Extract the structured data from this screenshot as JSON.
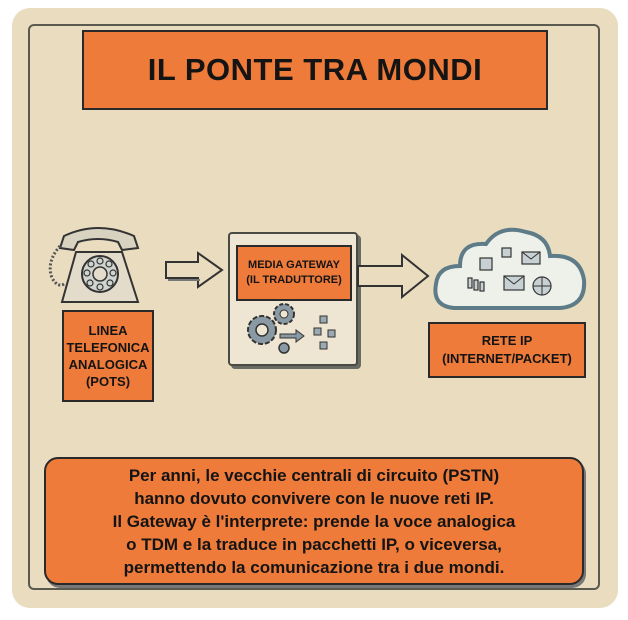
{
  "title": "IL PONTE TRA MONDI",
  "left_node": {
    "label_lines": [
      "LINEA",
      "TELEFONICA",
      "ANALOGICA",
      "(POTS)"
    ]
  },
  "middle_node": {
    "label_lines": [
      "MEDIA GATEWAY",
      "(IL TRADUTTORE)"
    ]
  },
  "right_node": {
    "label_lines": [
      "RETE IP",
      "(INTERNET/PACKET)"
    ]
  },
  "description_lines": [
    "Per anni, le vecchie centrali di circuito (PSTN)",
    "hanno dovuto convivere con le nuove reti IP.",
    "Il Gateway è l'interprete: prende la voce analogica",
    "o TDM e la traduce in pacchetti IP, o viceversa,",
    "permettendo la comunicazione tra i due mondi."
  ],
  "colors": {
    "accent": "#ee7b3a",
    "background": "#e9dcbf",
    "outline": "#2a2a2a"
  }
}
